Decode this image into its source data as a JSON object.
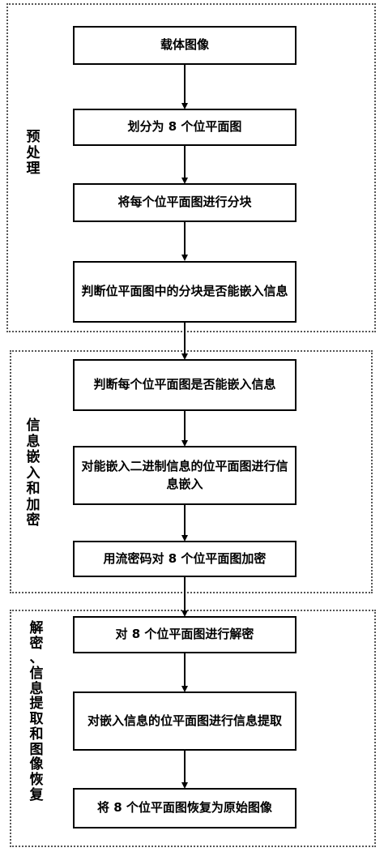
{
  "groups": [
    {
      "label": [
        "预",
        "处",
        "理"
      ]
    },
    {
      "label": [
        "信",
        "息",
        "嵌",
        "入",
        "和",
        "加",
        "密"
      ]
    },
    {
      "label": [
        "解",
        "密",
        "、",
        "信",
        "息",
        "提",
        "取",
        "和",
        "图",
        "像",
        "恢",
        "复"
      ]
    }
  ],
  "steps": [
    "载体图像",
    "划分为 8 个位平面图",
    "将每个位平面图进行分块",
    "判断位平面图中的分块是否能嵌入信息",
    "判断每个位平面图是否能嵌入信息",
    "对能嵌入二进制信息的位平面图进行信息嵌入",
    "用流密码对 8 个位平面图加密",
    "对 8 个位平面图进行解密",
    "对嵌入信息的位平面图进行信息提取",
    "将 8 个位平面图恢复为原始图像"
  ]
}
